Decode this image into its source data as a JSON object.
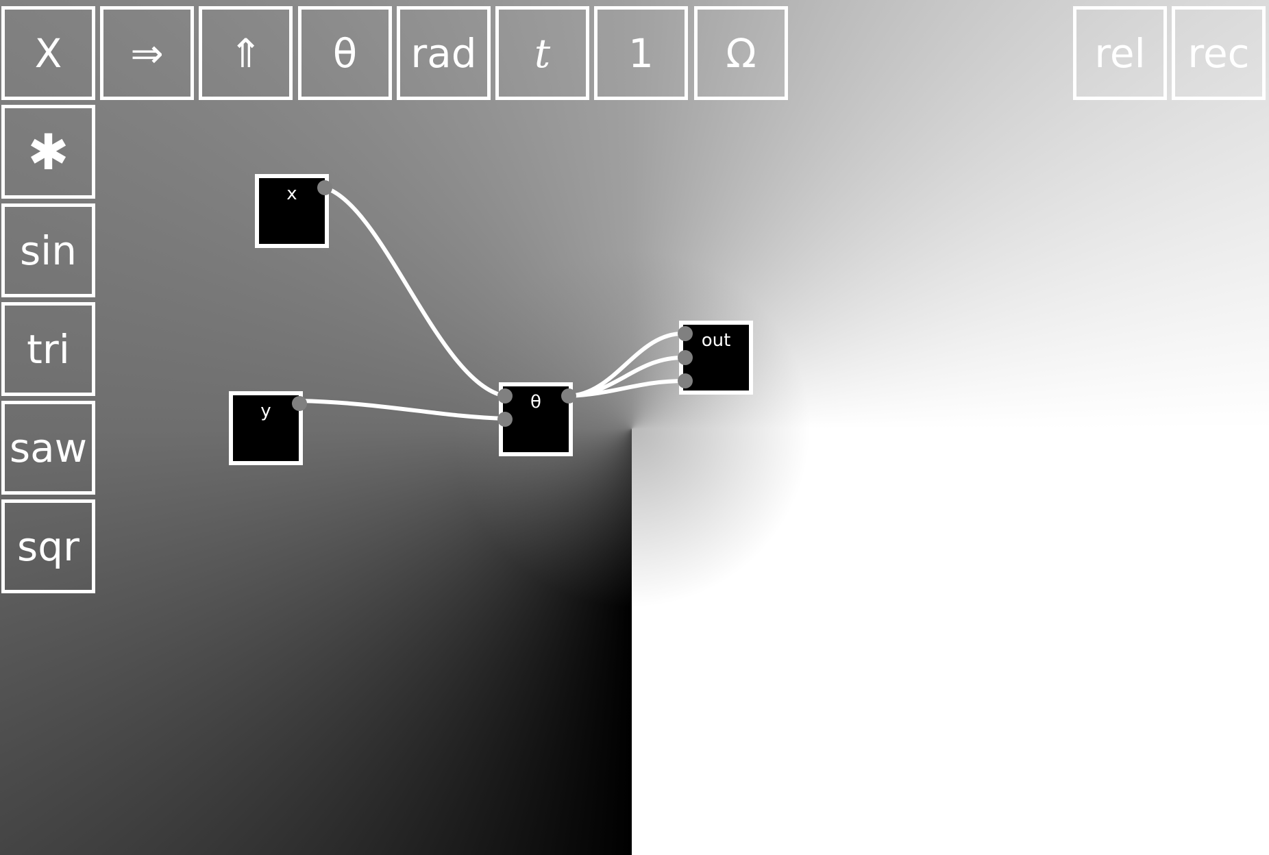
{
  "toolbar": {
    "top": [
      {
        "id": "x",
        "label": "X"
      },
      {
        "id": "right-arrow",
        "label": "⇒"
      },
      {
        "id": "up-arrow",
        "label": "⇑"
      },
      {
        "id": "theta",
        "label": "θ"
      },
      {
        "id": "rad",
        "label": "rad"
      },
      {
        "id": "t",
        "label": "t"
      },
      {
        "id": "one",
        "label": "1"
      },
      {
        "id": "omega",
        "label": "Ω"
      }
    ],
    "right": [
      {
        "id": "rel",
        "label": "rel"
      },
      {
        "id": "rec",
        "label": "rec"
      }
    ],
    "left": [
      {
        "id": "multiply",
        "label": "✱"
      },
      {
        "id": "sin",
        "label": "sin"
      },
      {
        "id": "tri",
        "label": "tri"
      },
      {
        "id": "saw",
        "label": "saw"
      },
      {
        "id": "sqr",
        "label": "sqr"
      }
    ]
  },
  "graph": {
    "nodes": [
      {
        "id": "x",
        "label": "x"
      },
      {
        "id": "y",
        "label": "y"
      },
      {
        "id": "theta",
        "label": "θ"
      },
      {
        "id": "out",
        "label": "out"
      }
    ],
    "connections": [
      {
        "from": "x",
        "to": "theta",
        "input": 1
      },
      {
        "from": "y",
        "to": "theta",
        "input": 2
      },
      {
        "from": "theta",
        "to": "out",
        "input": 1
      },
      {
        "from": "theta",
        "to": "out",
        "input": 2
      },
      {
        "from": "theta",
        "to": "out",
        "input": 3
      }
    ]
  },
  "colors": {
    "frame": "#ffffff",
    "node_fill": "#000000",
    "port": "#808080",
    "wire": "#ffffff"
  }
}
